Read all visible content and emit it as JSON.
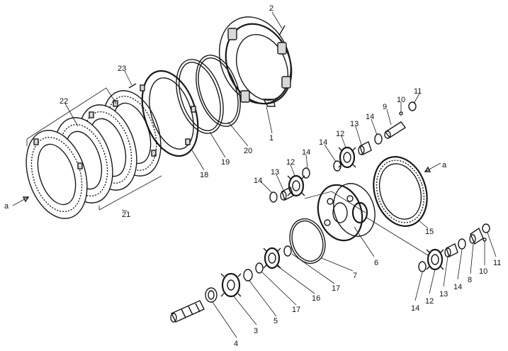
{
  "callouts": {
    "c1": "1",
    "c2": "2",
    "c3": "3",
    "c4": "4",
    "c5": "5",
    "c6": "6",
    "c7": "7",
    "c8": "8",
    "c9": "9",
    "c10a": "10",
    "c10b": "10",
    "c11a": "11",
    "c11b": "11",
    "c12a": "12",
    "c12b": "12",
    "c12c": "12",
    "c13a": "13",
    "c13b": "13",
    "c13c": "13",
    "c14a": "14",
    "c14b": "14",
    "c14c": "14",
    "c14d": "14",
    "c14e": "14",
    "c14f": "14",
    "c15": "15",
    "c16": "16",
    "c17a": "17",
    "c17b": "17",
    "c18": "18",
    "c19": "19",
    "c20": "20",
    "c21": "21",
    "c22": "22",
    "c23": "23",
    "a_left": "a",
    "a_right": "a"
  }
}
